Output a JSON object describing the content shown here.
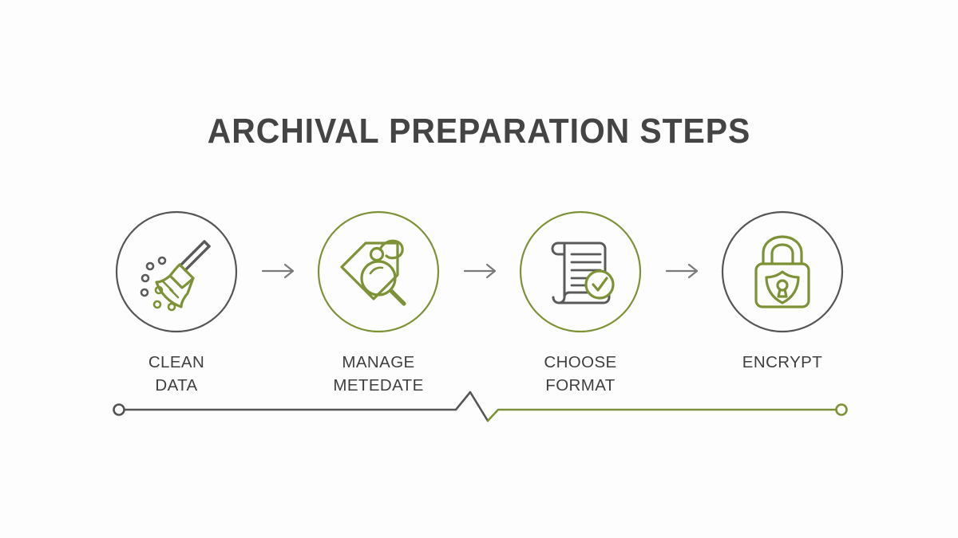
{
  "page": {
    "title": "ARCHIVAL PREPARATION STEPS",
    "background_color": "#fdfdfd"
  },
  "colors": {
    "green": "#7d9236",
    "gray": "#555555",
    "dark_text": "#3f3f3f",
    "title_text": "#444444",
    "icon_gray": "#5a5a5a",
    "arrow_gray": "#7a7a7a"
  },
  "steps": [
    {
      "index": "1",
      "label": "CLEAN\nDATA",
      "icon": "broom-icon",
      "ring_color": "#555555",
      "accent_color": "#7d9236"
    },
    {
      "index": "2",
      "label": "MANAGE\nMETEDATE",
      "icon": "tag-magnifier-icon",
      "ring_color": "#7d9236",
      "accent_color": "#7d9236"
    },
    {
      "index": "3",
      "label": "CHOOSE\nFORMAT",
      "icon": "scroll-check-icon",
      "ring_color": "#7d9236",
      "accent_color": "#7d9236"
    },
    {
      "index": "4",
      "label": "ENCRYPT",
      "icon": "padlock-shield-icon",
      "ring_color": "#555555",
      "accent_color": "#7d9236"
    }
  ],
  "connectors": [
    {
      "name": "arrow-1",
      "icon": "arrow-right-icon"
    },
    {
      "name": "arrow-2",
      "icon": "arrow-right-icon"
    },
    {
      "name": "arrow-3",
      "icon": "arrow-right-icon"
    }
  ],
  "timeline": {
    "left_segment_color": "#555555",
    "right_segment_color": "#7d9236",
    "left_endpoint": "circle-outline",
    "right_endpoint": "circle-outline",
    "transition": "zigzag"
  }
}
